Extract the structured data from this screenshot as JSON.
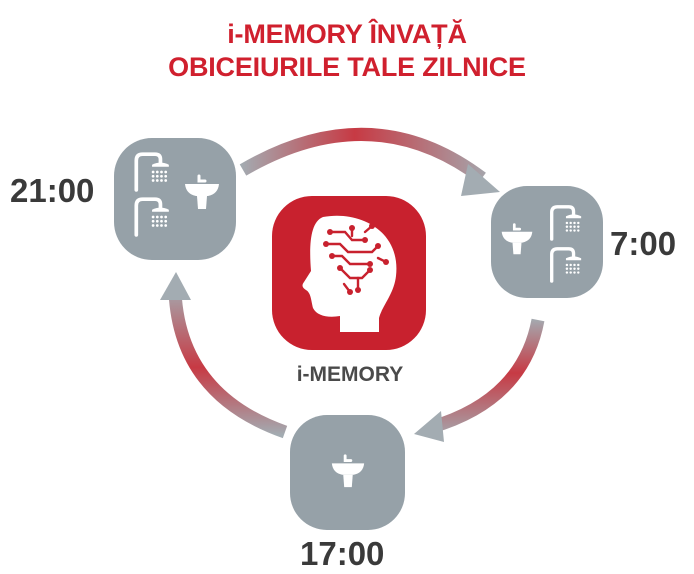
{
  "title": {
    "line1": "i-MEMORY ÎNVAȚĂ",
    "line2": "OBICEIURILE TALE ZILNICE"
  },
  "center": {
    "label": "i-MEMORY",
    "icon": "brain-circuit-head-icon"
  },
  "nodes": [
    {
      "time": "21:00",
      "icons": [
        "shower-icon",
        "sink-icon",
        "shower-icon"
      ]
    },
    {
      "time": "7:00",
      "icons": [
        "sink-icon",
        "shower-icon",
        "shower-icon"
      ]
    },
    {
      "time": "17:00",
      "icons": [
        "sink-icon"
      ]
    }
  ],
  "colors": {
    "accent_red": "#d0202e",
    "node_gray": "#96a1a8",
    "text_dark": "#3a3a3a"
  }
}
